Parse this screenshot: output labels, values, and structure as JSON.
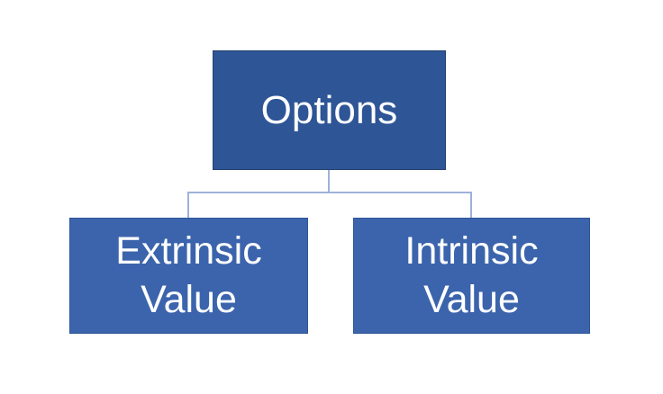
{
  "diagram": {
    "type": "hierarchy",
    "root": {
      "label": "Options"
    },
    "children": [
      {
        "label": "Extrinsic Value"
      },
      {
        "label": "Intrinsic Value"
      }
    ]
  },
  "colors": {
    "root-fill": "#2e5596",
    "root-border": "#24416f",
    "child-fill": "#3b64ac",
    "child-border": "#2e5596",
    "connector": "#9fb2d8",
    "text": "#ffffff",
    "background": "#ffffff"
  }
}
